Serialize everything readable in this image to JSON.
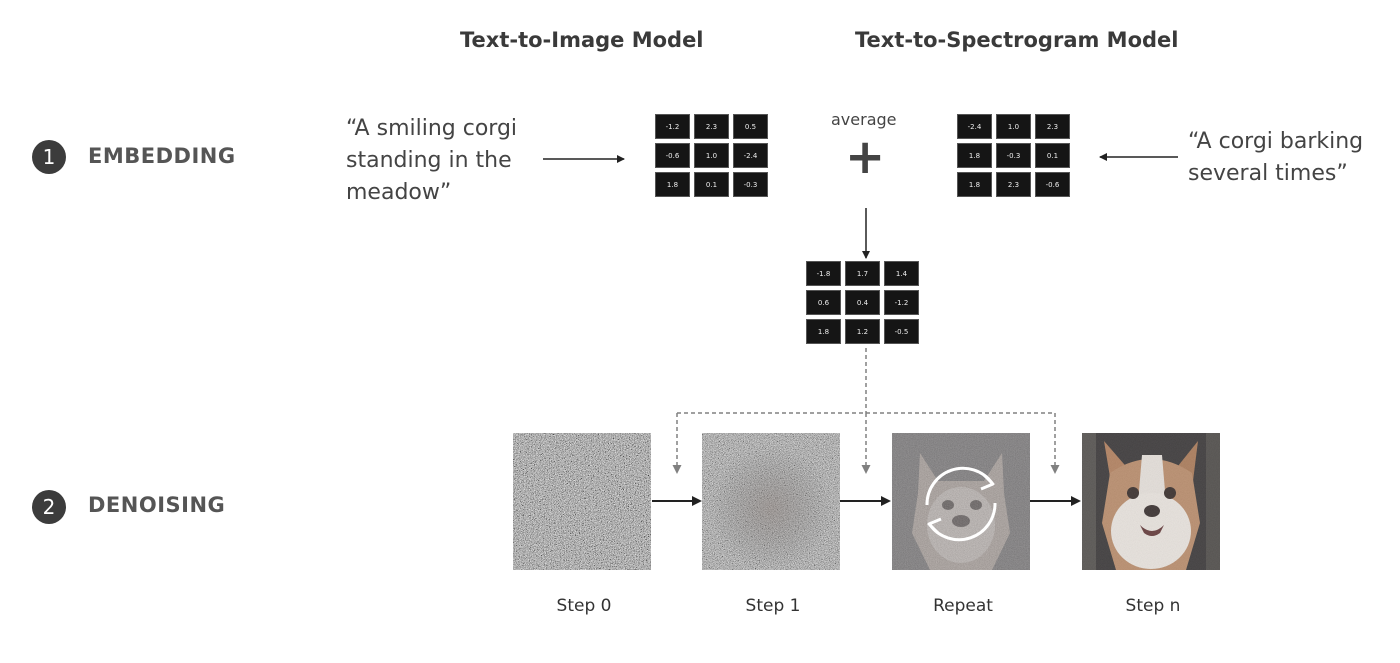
{
  "headers": {
    "image_model": "Text-to-Image Model",
    "spectrogram_model": "Text-to-Spectrogram Model"
  },
  "stages": [
    {
      "number": "1",
      "label": "EMBEDDING"
    },
    {
      "number": "2",
      "label": "DENOISING"
    }
  ],
  "prompts": {
    "image": [
      "“A smiling corgi",
      "standing in the",
      "meadow”"
    ],
    "audio": [
      "“A corgi barking",
      "several times”"
    ]
  },
  "matrices": {
    "image": [
      "-1.2",
      "2.3",
      "0.5",
      "-0.6",
      "1.0",
      "-2.4",
      "1.8",
      "0.1",
      "-0.3"
    ],
    "audio": [
      "-2.4",
      "1.0",
      "2.3",
      "1.8",
      "-0.3",
      "0.1",
      "1.8",
      "2.3",
      "-0.6"
    ],
    "average": [
      "-1.8",
      "1.7",
      "1.4",
      "0.6",
      "0.4",
      "-1.2",
      "1.8",
      "1.2",
      "-0.5"
    ]
  },
  "operation": {
    "label": "average",
    "symbol": "+"
  },
  "steps": [
    {
      "caption": "Step 0",
      "kind": "noise-full"
    },
    {
      "caption": "Step 1",
      "kind": "noise-partial"
    },
    {
      "caption": "Repeat",
      "kind": "noise-dog-cycle"
    },
    {
      "caption": "Step n",
      "kind": "dog-clear"
    }
  ],
  "colors": {
    "box": "#151515",
    "arrow": "#222222",
    "dashed_arrow": "#808080",
    "circle": "#3c3c3c"
  }
}
